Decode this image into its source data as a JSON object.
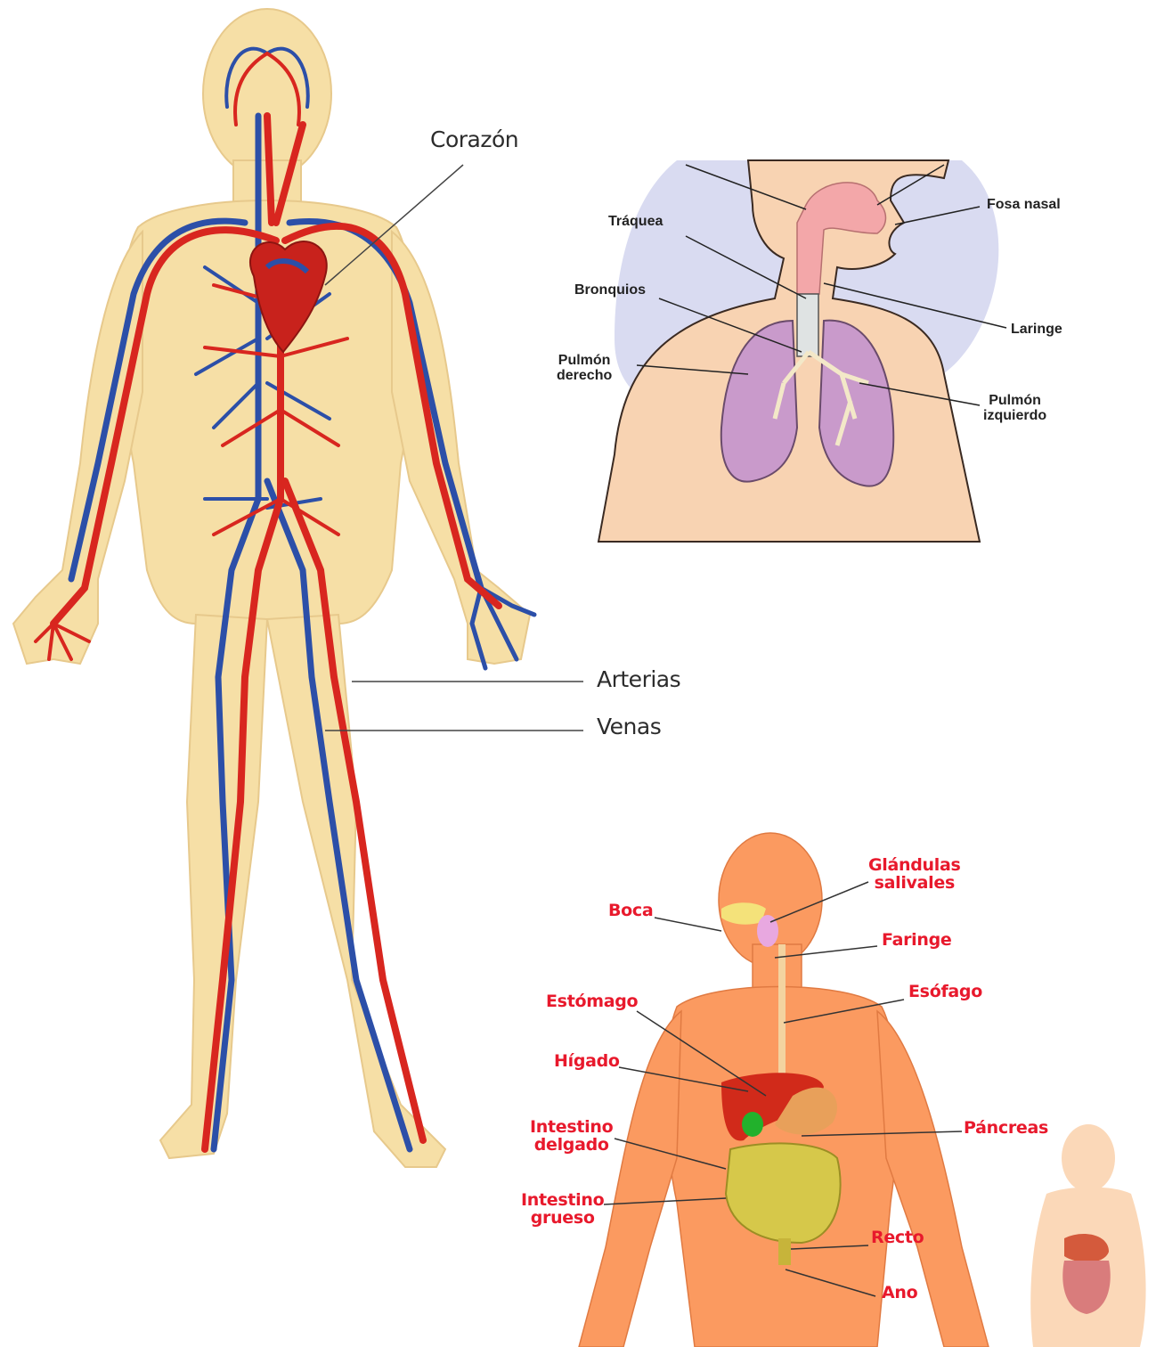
{
  "colors": {
    "skin_circulatory": "#f6dfa6",
    "artery": "#d8261f",
    "vein": "#2c4fa8",
    "resp_background": "#d9dbf1",
    "resp_skin": "#f8d3b2",
    "lung": "#c99acb",
    "digestive_skin": "#fb9a60",
    "liver": "#d12a1a",
    "intestine": "#d6c84a",
    "digestive_label": "#e8192c"
  },
  "circulatory": {
    "heart": "Corazón",
    "arteries": "Arterias",
    "veins": "Venas"
  },
  "respiratory": {
    "nasal": "Fosa nasal",
    "trachea": "Tráquea",
    "bronchi": "Bronquios",
    "larynx": "Laringe",
    "right_lung": "Pulmón\nderecho",
    "left_lung": "Pulmón\nizquierdo"
  },
  "digestive": {
    "salivary": "Glándulas\nsalivales",
    "mouth": "Boca",
    "pharynx": "Faringe",
    "esophagus": "Esófago",
    "stomach": "Estómago",
    "liver": "Hígado",
    "pancreas": "Páncreas",
    "small_intestine": "Intestino\ndelgado",
    "large_intestine": "Intestino\ngrueso",
    "rectum": "Recto",
    "anus": "Ano"
  }
}
